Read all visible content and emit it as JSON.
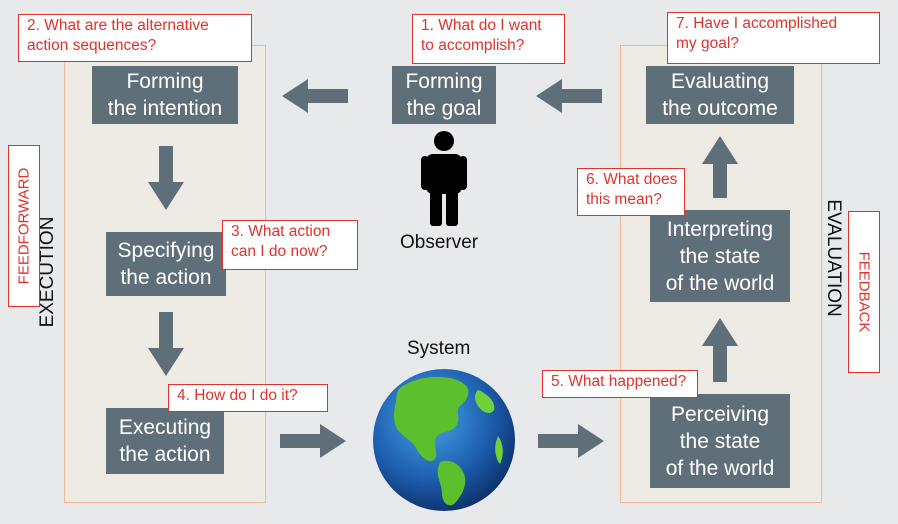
{
  "stages": {
    "forming_intention": [
      "Forming",
      "the intention"
    ],
    "forming_goal": [
      "Forming",
      "the goal"
    ],
    "evaluating_outcome": [
      "Evaluating",
      "the outcome"
    ],
    "specifying_action": [
      "Specifying",
      "the action"
    ],
    "executing_action": [
      "Executing",
      "the action"
    ],
    "interpreting_state": [
      "Interpreting",
      "the state",
      "of the world"
    ],
    "perceiving_state": [
      "Perceiving",
      "the state",
      "of the world"
    ]
  },
  "questions": {
    "q1": [
      "1. What do I want",
      "to accomplish?"
    ],
    "q2": [
      "2. What are the alternative",
      "action sequences?"
    ],
    "q3": [
      "3. What action",
      "can I do now?"
    ],
    "q4": [
      "4. How do I do it?"
    ],
    "q5": [
      "5. What happened?"
    ],
    "q6": [
      "6. What does",
      "this mean?"
    ],
    "q7": [
      "7. Have I accomplished",
      "my goal?"
    ]
  },
  "labels": {
    "observer": "Observer",
    "system": "System",
    "execution": "EXECUTION",
    "evaluation": "EVALUATION",
    "feedforward": "FEEDFORWARD",
    "feedback": "FEEDBACK"
  },
  "icons": {
    "observer": "person-silhouette-icon",
    "system": "globe-icon"
  },
  "colors": {
    "stage_box": "#5f6f79",
    "callout_border": "#e0322b",
    "panel_border": "#f0b999",
    "arrow": "#5f6f79"
  }
}
